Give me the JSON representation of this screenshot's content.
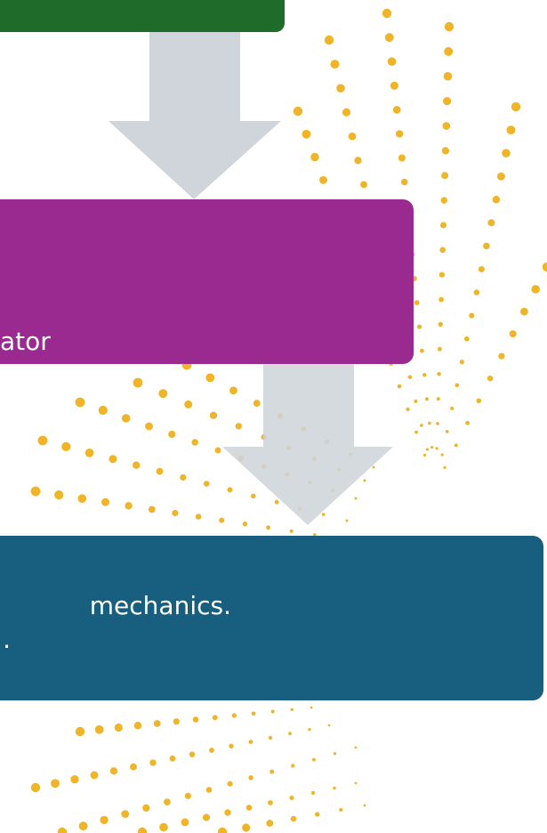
{
  "diagram": {
    "colors": {
      "green_box": "#1f6b2a",
      "purple_box": "#9b2a90",
      "teal_box": "#185f7f",
      "arrow": "#cfd5da",
      "dots": "#f0b429",
      "text": "#ffffff"
    },
    "purple_box": {
      "text": "ator"
    },
    "teal_box": {
      "line1": "mechanics.",
      "line2": "."
    },
    "arrows": [
      {
        "name": "arrow-green-to-purple",
        "direction": "down"
      },
      {
        "name": "arrow-purple-to-teal",
        "direction": "down"
      }
    ],
    "decoration": {
      "icon": "dotted-radial-burst-icon"
    }
  }
}
